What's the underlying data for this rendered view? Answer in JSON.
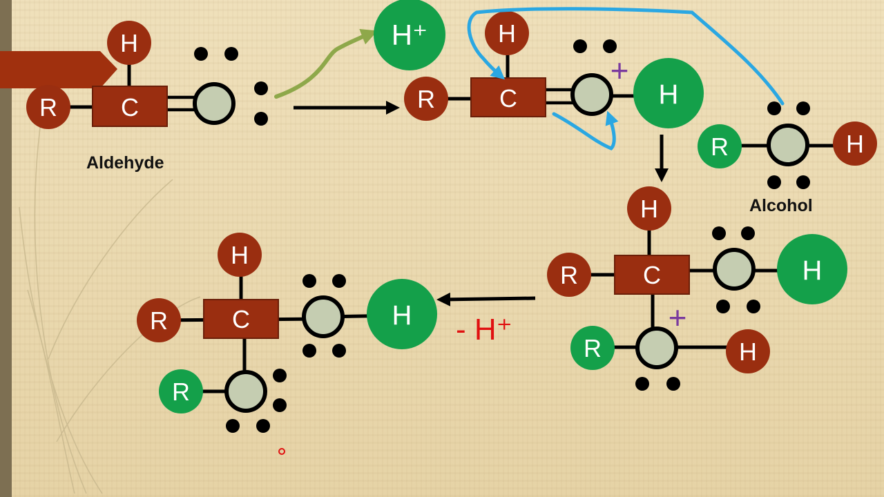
{
  "atoms": {
    "r": "R",
    "c": "C",
    "h": "H"
  },
  "labels": {
    "aldehyde": "Aldehyde",
    "alcohol": "Alcohol",
    "proton_lost": "- H⁺",
    "proton": "H⁺",
    "plus": "+"
  },
  "colors": {
    "maroon": "#9a2e10",
    "green": "#14a04a",
    "oxygen_fill": "#c5cdb1",
    "arrow_blue": "#2aa7e2",
    "arrow_olive": "#8ea84a",
    "charge_purple": "#7a3a9e",
    "red_text": "#e01010"
  }
}
